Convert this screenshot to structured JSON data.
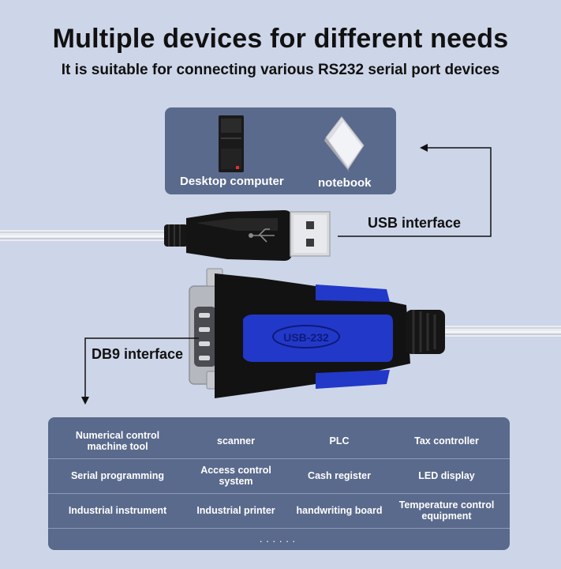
{
  "header": {
    "title": "Multiple devices for different needs",
    "subtitle": "It is suitable for connecting various RS232 serial port devices"
  },
  "devices": {
    "desktop_label": "Desktop computer",
    "notebook_label": "notebook"
  },
  "callouts": {
    "usb_label": "USB interface",
    "db9_label": "DB9 interface"
  },
  "adapter": {
    "logo_text": "USB-232"
  },
  "applications": {
    "rows": [
      [
        "Numerical control machine tool",
        "scanner",
        "PLC",
        "Tax controller"
      ],
      [
        "Serial programming",
        "Access control system",
        "Cash register",
        "LED display"
      ],
      [
        "Industrial instrument",
        "Industrial printer",
        "handwriting board",
        "Temperature control equipment"
      ]
    ],
    "more": "······"
  },
  "colors": {
    "background": "#cdd5e8",
    "panel": "#5a6a8c",
    "connector_blue": "#2238c8",
    "connector_black": "#151515"
  }
}
